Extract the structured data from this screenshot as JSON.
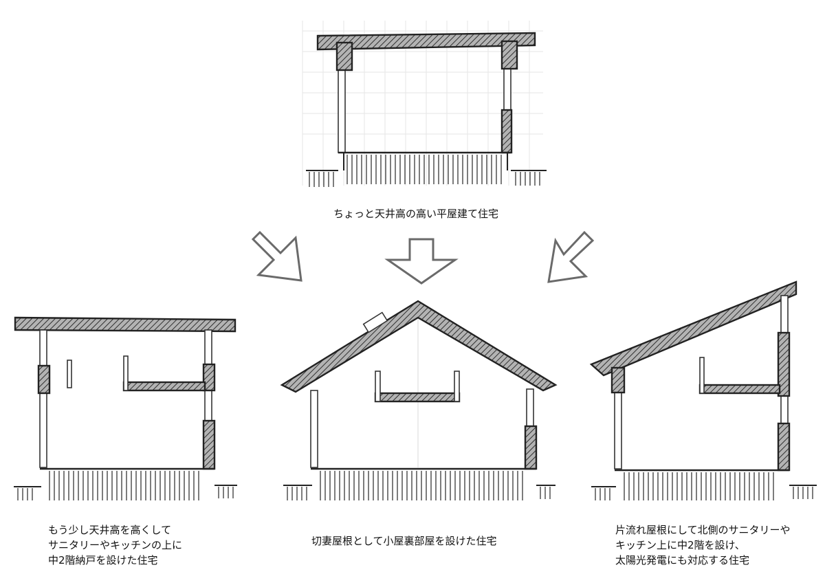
{
  "captions": {
    "top": "ちょっと天井高の高い平屋建て住宅",
    "left": [
      "もう少し天井高を高くして",
      "サニタリーやキッチンの上に",
      "中2階納戸を設けた住宅"
    ],
    "middle": "切妻屋根として小屋裏部屋を設けた住宅",
    "right": [
      "片流れ屋根にして北側のサニタリーや",
      "キッチン上に中2階を設け、",
      "太陽光発電にも対応する住宅"
    ]
  },
  "colors": {
    "line": "#222222",
    "hatch_fill": "#8c8c8c",
    "arrow_stroke": "#6a6a6a",
    "grid": "#e6e6e6"
  }
}
